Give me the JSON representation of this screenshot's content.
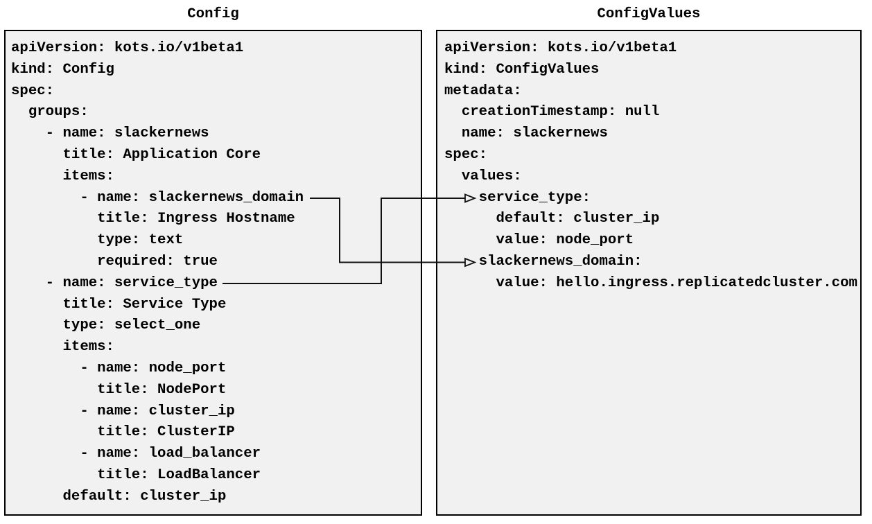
{
  "diagram": {
    "background_color": "#ffffff",
    "panel_fill_color": "#f1f1f1",
    "panel_border_color": "#000000",
    "connector_color": "#111111",
    "text_color": "#000000",
    "config_panel": {
      "title": "Config",
      "lines": [
        "apiVersion: kots.io/v1beta1",
        "kind: Config",
        "spec:",
        "  groups:",
        "    - name: slackernews",
        "      title: Application Core",
        "      items:",
        "        - name: slackernews_domain",
        "          title: Ingress Hostname",
        "          type: text",
        "          required: true",
        "    - name: service_type",
        "      title: Service Type",
        "      type: select_one",
        "      items:",
        "        - name: node_port",
        "          title: NodePort",
        "        - name: cluster_ip",
        "          title: ClusterIP",
        "        - name: load_balancer",
        "          title: LoadBalancer",
        "      default: cluster_ip"
      ]
    },
    "config_values_panel": {
      "title": "ConfigValues",
      "lines": [
        "apiVersion: kots.io/v1beta1",
        "kind: ConfigValues",
        "metadata:",
        "  creationTimestamp: null",
        "  name: slackernews",
        "spec:",
        "  values:",
        "    service_type:",
        "      default: cluster_ip",
        "      value: node_port",
        "    slackernews_domain:",
        "      value: hello.ingress.replicatedcluster.com"
      ]
    },
    "connectors": [
      {
        "from": "Config item name: slackernews_domain",
        "to": "ConfigValues spec.values slackernews_domain:"
      },
      {
        "from": "Config item name: service_type",
        "to": "ConfigValues spec.values service_type:"
      }
    ]
  }
}
